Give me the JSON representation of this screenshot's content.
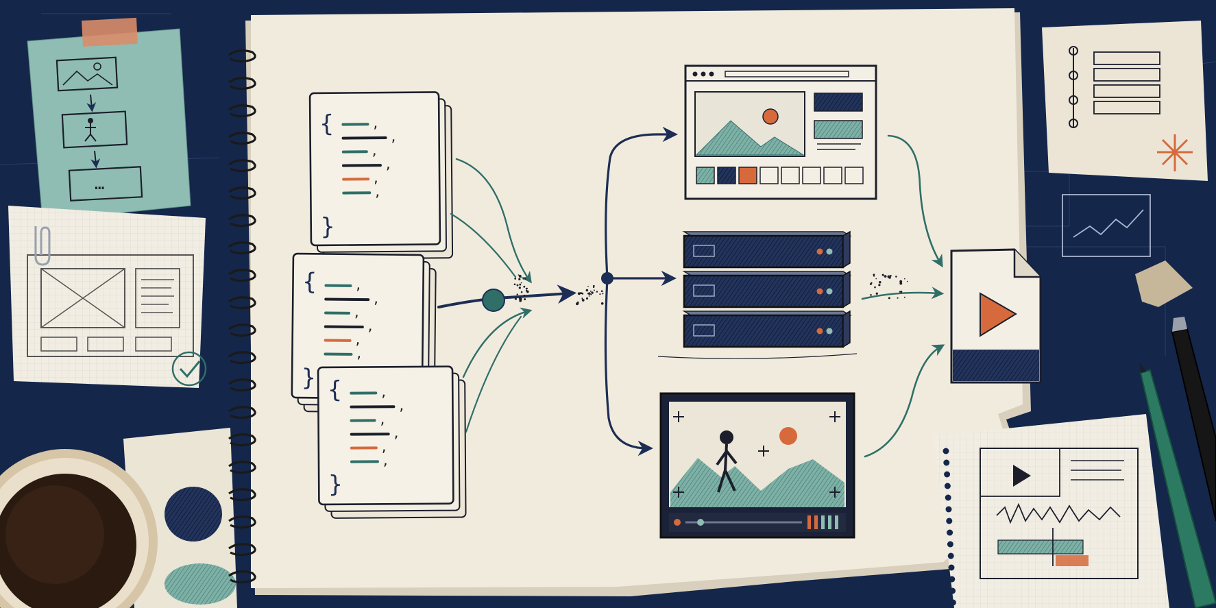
{
  "palette": {
    "desk": "#14264a",
    "paper": "#efe8d9",
    "ink": "#1c1f2b",
    "navy": "#1d2e55",
    "teal": "#2f6f68",
    "orange": "#d66a3c",
    "mint": "#8fbdb3"
  },
  "code_cards": [
    {
      "open_brace": "{",
      "close_brace": "}",
      "lines": [
        ",",
        ",",
        ",",
        ",",
        ",",
        ","
      ]
    },
    {
      "open_brace": "{",
      "close_brace": "}",
      "lines": [
        ",",
        ",",
        ",",
        ",",
        ",",
        ","
      ]
    },
    {
      "open_brace": "{",
      "close_brace": "}",
      "lines": [
        ",",
        ",",
        ",",
        ",",
        ",",
        ","
      ]
    }
  ],
  "icons": [
    "spiral-binding",
    "code-json-card",
    "browser-window-icon",
    "server-rack-icon",
    "video-player-icon",
    "video-file-play-icon",
    "coffee-cup",
    "paperclip-icon",
    "check-icon",
    "pen-icon",
    "storyboard-note",
    "wireframe-note",
    "timeline-note",
    "editor-sketch-note",
    "chart-sketch-icon"
  ],
  "sticky_note": {
    "ellipsis": "…"
  }
}
